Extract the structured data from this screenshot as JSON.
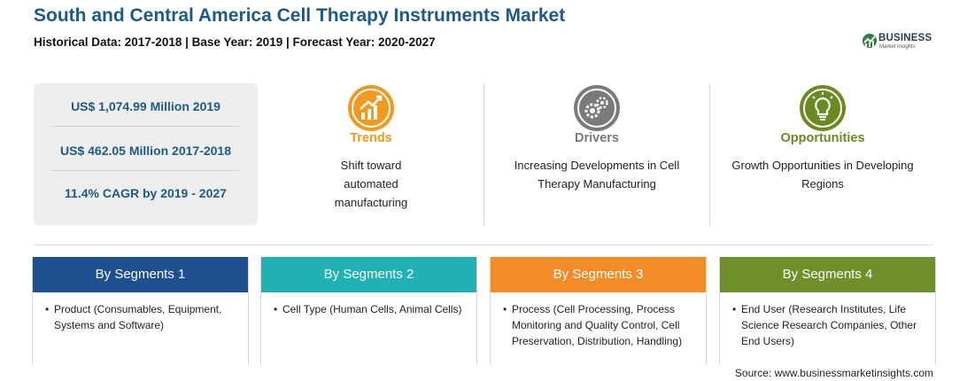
{
  "header": {
    "title": "South and Central America Cell Therapy Instruments Market",
    "subtitle": "Historical Data: 2017-2018 | Base Year: 2019 | Forecast Year: 2020-2027"
  },
  "logo": {
    "name": "BUSINESS",
    "tagline": "Market Insights"
  },
  "stats": [
    "US$ 1,074.99 Million 2019",
    "US$ 462.05 Million 2017-2018",
    "11.4% CAGR by 2019 - 2027"
  ],
  "columns": [
    {
      "title": "Trends",
      "desc": "Shift toward automated manufacturing",
      "icon": "trend-chart-icon",
      "color": "#f29a1d"
    },
    {
      "title": "Drivers",
      "desc": "Increasing Developments in Cell Therapy Manufacturing",
      "icon": "gears-icon",
      "color": "#7a7a7a"
    },
    {
      "title": "Opportunities",
      "desc": "Growth Opportunities in Developing Regions",
      "icon": "lightbulb-icon",
      "color": "#6b8a22"
    }
  ],
  "segments": [
    {
      "title": "By Segments 1",
      "color": "#1d4f91",
      "bullet": "•",
      "text": "Product (Consumables, Equipment, Systems and Software)"
    },
    {
      "title": "By Segments 2",
      "color": "#1fb1b4",
      "bullet": "•",
      "text": "Cell Type (Human Cells, Animal Cells)"
    },
    {
      "title": "By Segments 3",
      "color": "#f28c28",
      "bullet": "•",
      "text": "Process (Cell Processing, Process Monitoring and Quality Control, Cell Preservation, Distribution, Handling)"
    },
    {
      "title": "By Segments 4",
      "color": "#6f8f2b",
      "bullet": "•",
      "text": "End User (Research Institutes, Life Science Research Companies, Other End Users)"
    }
  ],
  "source": "Source: www.businessmarketinsights.com"
}
